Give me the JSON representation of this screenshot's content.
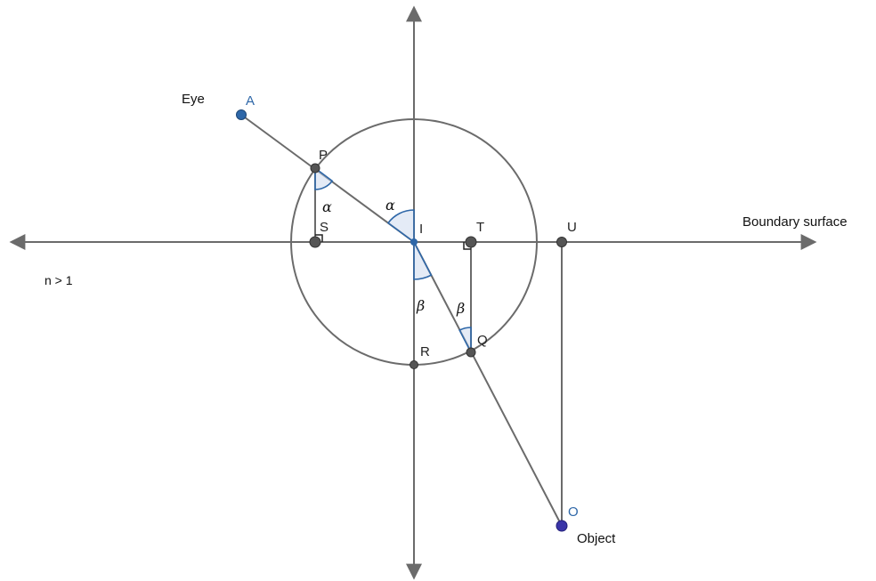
{
  "colors": {
    "line": "#6b6b6b",
    "point_gray": "#555555",
    "point_blue": "#2e67a8",
    "point_indigo": "#3a35a8",
    "label_blue": "#2e67a8",
    "angle_fill": "#c9d8ee",
    "angle_stroke": "#2e67a8"
  },
  "labels": {
    "eye": "Eye",
    "object": "Object",
    "boundary": "Boundary surface",
    "medium": "n > 1"
  },
  "points": {
    "A": "A",
    "P": "P",
    "S": "S",
    "I": "I",
    "T": "T",
    "U": "U",
    "Q": "Q",
    "R": "R",
    "O": "O"
  },
  "angles": {
    "alpha_top": "α",
    "alpha_side": "α",
    "beta_bottom": "β",
    "beta_side": "β"
  }
}
